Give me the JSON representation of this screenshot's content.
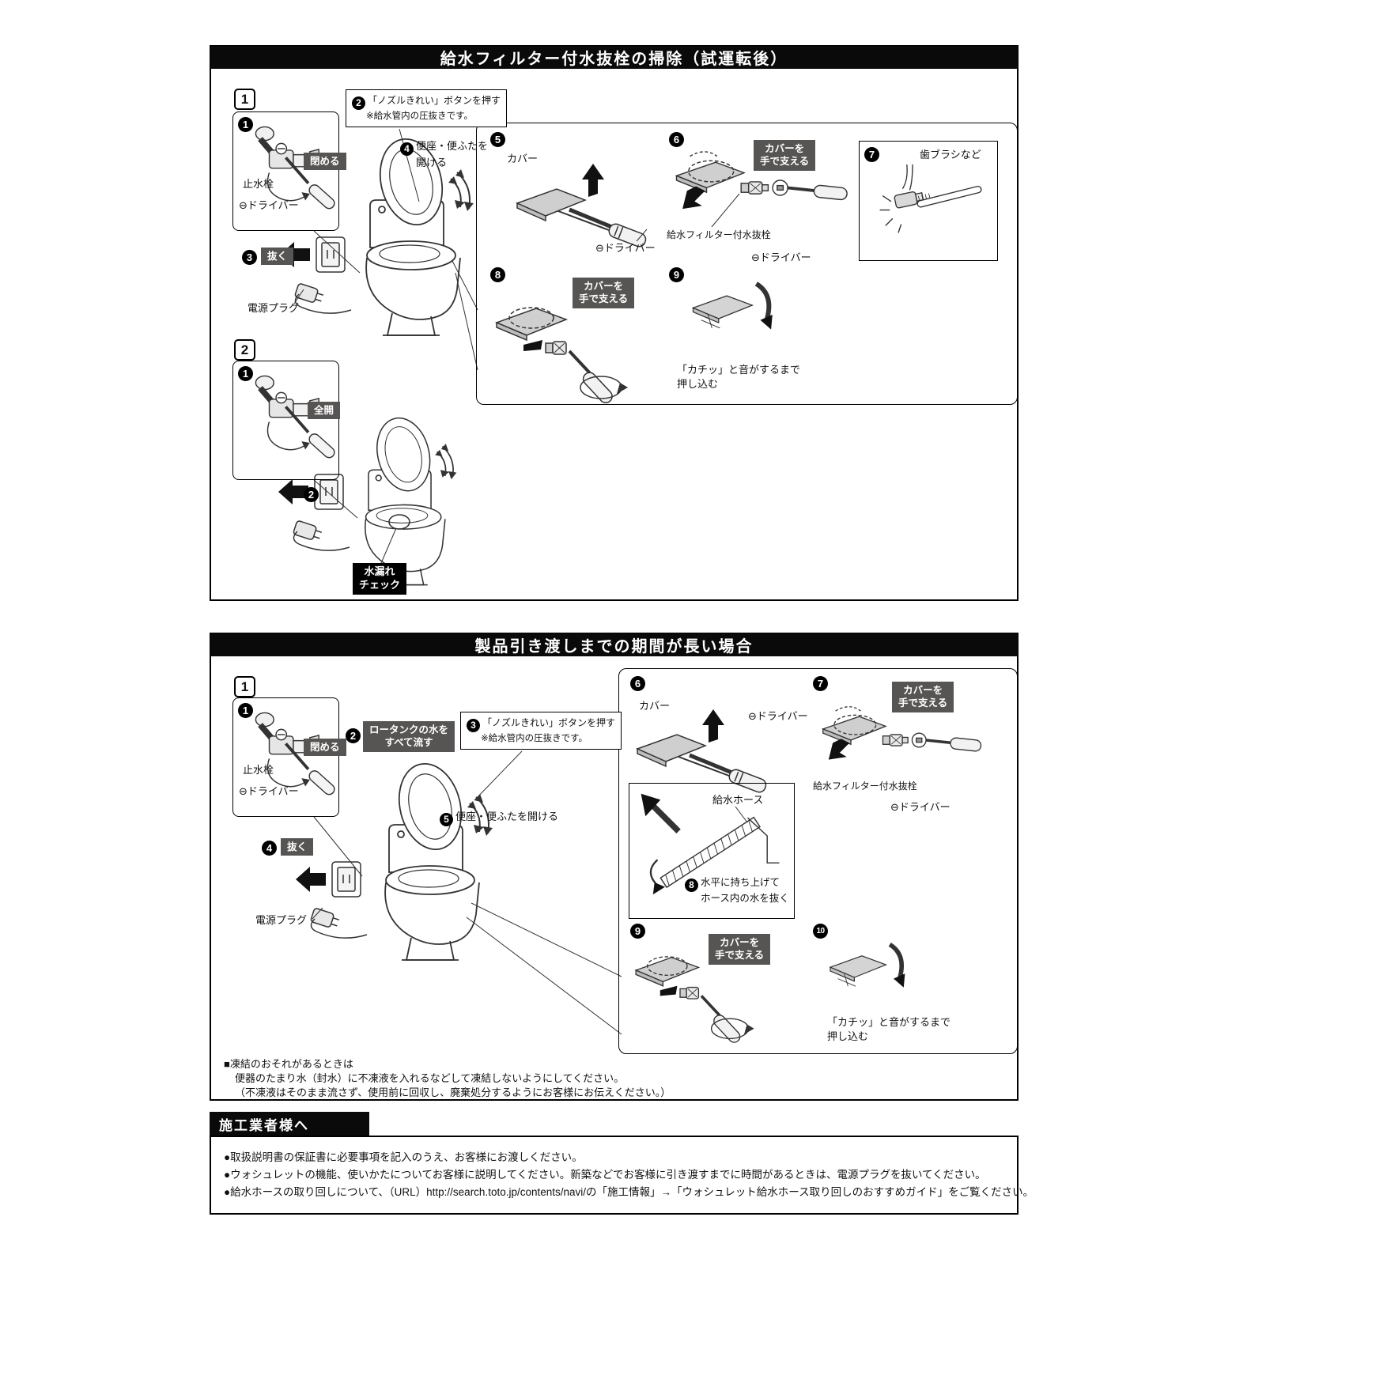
{
  "colors": {
    "header_bg": "#0a0a0a",
    "badge_gray": "#575554",
    "badge_black": "#000000",
    "line_art": "#333333"
  },
  "s1": {
    "title": "給水フィルター付水抜栓の掃除（試運転後）",
    "step1_num": "1",
    "step2_num": "2",
    "valve1": {
      "num": "1",
      "badge": "閉める",
      "stop": "止水栓",
      "driver": "⊖ドライバー"
    },
    "note2": {
      "num": "2",
      "l1": "「ノズルきれい」ボタンを押す",
      "l2": "※給水管内の圧抜きです。"
    },
    "seat": {
      "num": "4",
      "l1": "便座・便ふたを",
      "l2": "開ける"
    },
    "unplug": {
      "num": "3",
      "badge": "抜く"
    },
    "plug_label": "電源プラグ",
    "valve2": {
      "num": "1",
      "badge": "全開"
    },
    "plug2_num": "2",
    "leak": {
      "l1": "水漏れ",
      "l2": "チェック"
    },
    "p5": {
      "num": "5",
      "cover": "カバー",
      "driver": "⊖ドライバー"
    },
    "p6": {
      "num": "6",
      "badge1": "カバーを",
      "badge2": "手で支える",
      "part": "給水フィルター付水抜栓",
      "driver": "⊖ドライバー"
    },
    "p7": {
      "num": "7",
      "label": "歯ブラシなど"
    },
    "p8": {
      "num": "8",
      "badge1": "カバーを",
      "badge2": "手で支える"
    },
    "p9": {
      "num": "9",
      "l1": "「カチッ」と音がするまで",
      "l2": "押し込む"
    }
  },
  "s2": {
    "title": "製品引き渡しまでの期間が長い場合",
    "step1_num": "1",
    "valve": {
      "num": "1",
      "badge": "閉める",
      "stop": "止水栓",
      "driver": "⊖ドライバー"
    },
    "flush": {
      "num": "2",
      "l1": "ロータンクの水を",
      "l2": "すべて流す"
    },
    "note3": {
      "num": "3",
      "l1": "「ノズルきれい」ボタンを押す",
      "l2": "※給水管内の圧抜きです。"
    },
    "seat": {
      "num": "5",
      "text": "便座・便ふたを開ける"
    },
    "unplug": {
      "num": "4",
      "badge": "抜く"
    },
    "plug_label": "電源プラグ",
    "p6": {
      "num": "6",
      "cover": "カバー",
      "driver": "⊖ドライバー"
    },
    "p7": {
      "num": "7",
      "badge1": "カバーを",
      "badge2": "手で支える",
      "part": "給水フィルター付水抜栓",
      "driver": "⊖ドライバー"
    },
    "hose": {
      "label": "給水ホース",
      "num": "8",
      "l1": "水平に持ち上げて",
      "l2": "ホース内の水を抜く"
    },
    "p9": {
      "num": "9",
      "badge1": "カバーを",
      "badge2": "手で支える"
    },
    "p10": {
      "num": "10",
      "l1": "「カチッ」と音がするまで",
      "l2": "押し込む"
    },
    "freeze": {
      "l1": "■凍結のおそれがあるときは",
      "l2": "便器のたまり水（封水）に不凍液を入れるなどして凍結しないようにしてください。",
      "l3": "（不凍液はそのまま流さず、使用前に回収し、廃棄処分するようにお客様にお伝えください。）"
    }
  },
  "s3": {
    "title": "施工業者様へ",
    "bullets": [
      "●取扱説明書の保証書に必要事項を記入のうえ、お客様にお渡しください。",
      "●ウォシュレットの機能、使いかたについてお客様に説明してください。新築などでお客様に引き渡すまでに時間があるときは、電源プラグを抜いてください。",
      "●給水ホースの取り回しについて、（URL）http://search.toto.jp/contents/navi/の「施工情報」→「ウォシュレット給水ホース取り回しのおすすめガイド」をご覧ください。"
    ]
  }
}
